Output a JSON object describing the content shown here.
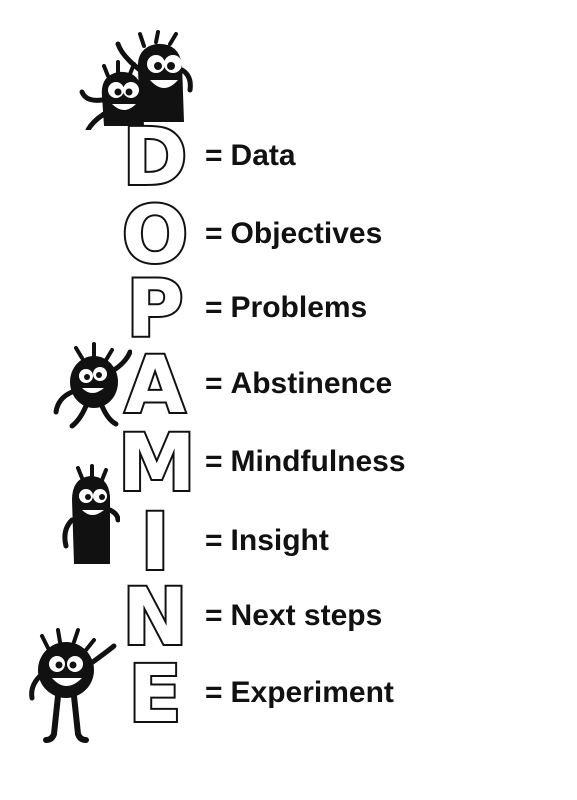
{
  "acronym": [
    {
      "letter": "D",
      "word": "Data"
    },
    {
      "letter": "O",
      "word": "Objectives"
    },
    {
      "letter": "P",
      "word": "Problems"
    },
    {
      "letter": "A",
      "word": "Abstinence"
    },
    {
      "letter": "M",
      "word": "Mindfulness"
    },
    {
      "letter": "I",
      "word": "Insight"
    },
    {
      "letter": "N",
      "word": "Next steps"
    },
    {
      "letter": "E",
      "word": "Experiment"
    }
  ],
  "equals_sign": "=",
  "colors": {
    "ink": "#111111",
    "paper": "#ffffff"
  },
  "illustrations": [
    "monster-pair-icon",
    "monster-climbing-icon",
    "monster-peeking-icon",
    "monster-standing-icon"
  ]
}
